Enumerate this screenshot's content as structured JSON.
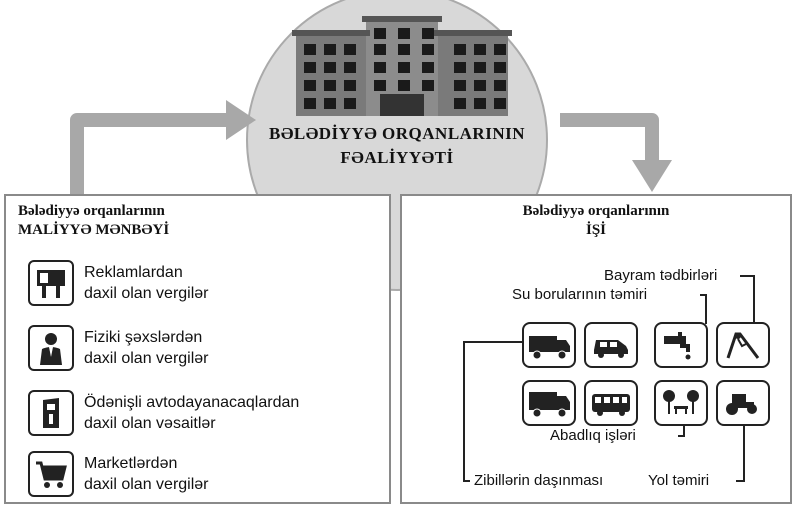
{
  "center": {
    "title_line1": "BƏLƏDİYYƏ ORQANLARININ",
    "title_line2": "FƏALİYYƏTİ"
  },
  "left_panel": {
    "title_line1": "Bələdiyyə orqanlarının",
    "title_line2": "MALİYYƏ MƏNBƏYİ",
    "items": [
      {
        "line1": "Reklamlardan",
        "line2": "daxil olan vergilər",
        "icon": "billboard-icon"
      },
      {
        "line1": "Fiziki şəxslərdən",
        "line2": "daxil olan vergilər",
        "icon": "person-icon"
      },
      {
        "line1": "Ödənişli avtodayanacaqlardan",
        "line2": "daxil olan vəsaitlər",
        "icon": "parking-meter-icon"
      },
      {
        "line1": "Marketlərdən",
        "line2": "daxil olan vergilər",
        "icon": "shopping-cart-icon"
      }
    ]
  },
  "right_panel": {
    "title_line1": "Bələdiyyə orqanlarının",
    "title_line2": "İŞİ",
    "labels": {
      "holidays": "Bayram tədbirləri",
      "water": "Su borularının təmiri",
      "landscaping": "Abadlıq işləri",
      "garbage": "Zibillərin daşınması",
      "road": "Yol təmiri"
    },
    "icons": [
      "garbage-truck-icon",
      "van-icon",
      "water-tap-icon",
      "playground-slide-icon",
      "dump-truck-icon",
      "bus-icon",
      "park-bench-icon",
      "road-roller-icon"
    ]
  }
}
